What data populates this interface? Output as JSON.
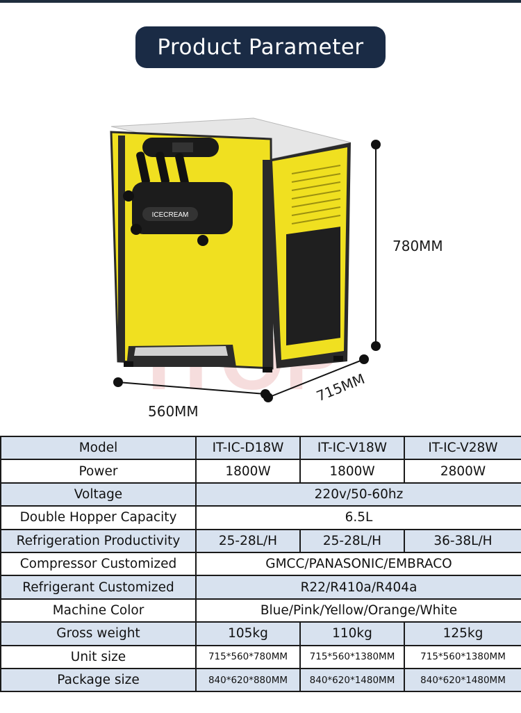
{
  "header": {
    "title": "Product Parameter"
  },
  "watermark": {
    "text": "ITOP"
  },
  "product": {
    "panel_label": "ICECREAM",
    "dimensions": {
      "height": "780MM",
      "width": "560MM",
      "depth": "715MM"
    }
  },
  "colors": {
    "title_bg": "#1a2b45",
    "machine_body": "#f0e020",
    "table_shade": "#d8e2ef"
  },
  "table": {
    "rows": [
      {
        "label": "Model",
        "values": [
          "IT-IC-D18W",
          "IT-IC-V18W",
          "IT-IC-V28W"
        ]
      },
      {
        "label": "Power",
        "values": [
          "1800W",
          "1800W",
          "2800W"
        ]
      },
      {
        "label": "Voltage",
        "values": [
          "220v/50-60hz"
        ]
      },
      {
        "label": "Double Hopper Capacity",
        "values": [
          "6.5L"
        ]
      },
      {
        "label": "Refrigeration Productivity",
        "values": [
          "25-28L/H",
          "25-28L/H",
          "36-38L/H"
        ]
      },
      {
        "label": "Compressor Customized",
        "values": [
          "GMCC/PANASONIC/EMBRACO"
        ]
      },
      {
        "label": "Refrigerant Customized",
        "values": [
          "R22/R410a/R404a"
        ]
      },
      {
        "label": "Machine Color",
        "values": [
          "Blue/Pink/Yellow/Orange/White"
        ]
      },
      {
        "label": "Gross weight",
        "values": [
          "105kg",
          "110kg",
          "125kg"
        ]
      },
      {
        "label": "Unit size",
        "values": [
          "715*560*780MM",
          "715*560*1380MM",
          "715*560*1380MM"
        ]
      },
      {
        "label": "Package size",
        "values": [
          "840*620*880MM",
          "840*620*1480MM",
          "840*620*1480MM"
        ]
      }
    ]
  }
}
